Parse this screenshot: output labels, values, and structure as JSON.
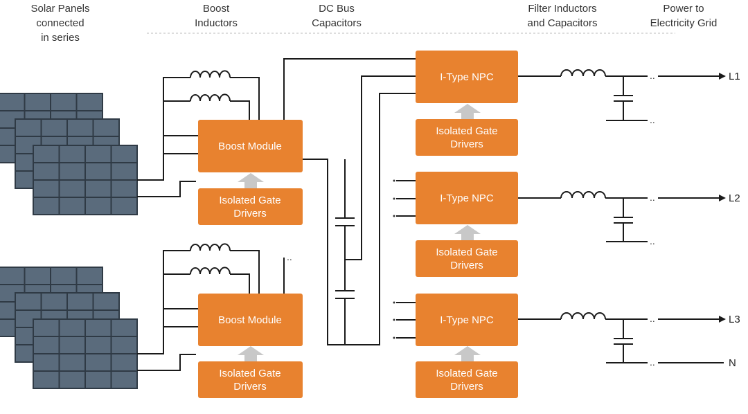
{
  "headers": {
    "solar": [
      "Solar Panels",
      "connected",
      "in series"
    ],
    "boost": [
      "Boost",
      "Inductors"
    ],
    "dcbus": [
      "DC Bus",
      "Capacitors"
    ],
    "filter": [
      "Filter Inductors",
      "and Capacitors"
    ],
    "grid": [
      "Power to",
      "Electricity Grid"
    ]
  },
  "boost_module_label": "Boost Module",
  "npc_label": "I-Type NPC",
  "gate_driver_label": [
    "Isolated Gate",
    "Drivers"
  ],
  "outputs": [
    "L1",
    "L2",
    "L3",
    "N"
  ],
  "ellipsis": "..",
  "colors": {
    "module": "#E8822F",
    "arrow": "#C8C8C8",
    "panel": "#5A6B7C",
    "panel_grid": "#2F3A45",
    "wire": "#1A1A1A"
  }
}
